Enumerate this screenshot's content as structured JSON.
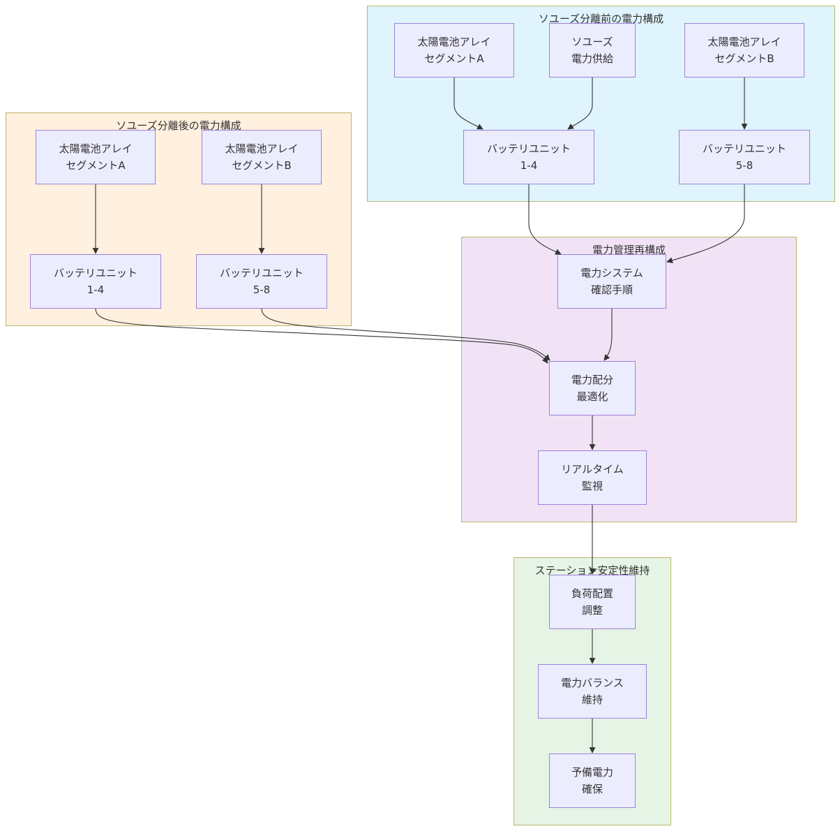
{
  "clusters": {
    "before": {
      "title": "ソユーズ分離前の電力構成"
    },
    "after": {
      "title": "ソユーズ分離後の電力構成"
    },
    "mgmt": {
      "title": "電力管理再構成"
    },
    "stability": {
      "title": "ステーション安定性維持"
    }
  },
  "nodes": {
    "b_solar_a": [
      "太陽電池アレイ",
      "セグメントA"
    ],
    "b_soyuz": [
      "ソユーズ",
      "電力供給"
    ],
    "b_solar_b": [
      "太陽電池アレイ",
      "セグメントB"
    ],
    "b_batt_14": [
      "バッテリユニット",
      "1-4"
    ],
    "b_batt_58": [
      "バッテリユニット",
      "5-8"
    ],
    "a_solar_a": [
      "太陽電池アレイ",
      "セグメントA"
    ],
    "a_solar_b": [
      "太陽電池アレイ",
      "セグメントB"
    ],
    "a_batt_14": [
      "バッテリユニット",
      "1-4"
    ],
    "a_batt_58": [
      "バッテリユニット",
      "5-8"
    ],
    "m_check": [
      "電力システム",
      "確認手順"
    ],
    "m_optimize": [
      "電力配分",
      "最適化"
    ],
    "m_monitor": [
      "リアルタイム",
      "監視"
    ],
    "s_load": [
      "負荷配置",
      "調整"
    ],
    "s_balance": [
      "電力バランス",
      "維持"
    ],
    "s_reserve": [
      "予備電力",
      "確保"
    ]
  },
  "edges": [
    {
      "from": "b_solar_a",
      "to": "b_batt_14"
    },
    {
      "from": "b_soyuz",
      "to": "b_batt_14"
    },
    {
      "from": "b_solar_b",
      "to": "b_batt_58"
    },
    {
      "from": "b_batt_14",
      "to": "m_check"
    },
    {
      "from": "b_batt_58",
      "to": "m_check"
    },
    {
      "from": "a_solar_a",
      "to": "a_batt_14"
    },
    {
      "from": "a_solar_b",
      "to": "a_batt_58"
    },
    {
      "from": "a_batt_14",
      "to": "m_optimize"
    },
    {
      "from": "a_batt_58",
      "to": "m_optimize"
    },
    {
      "from": "m_check",
      "to": "m_optimize"
    },
    {
      "from": "m_optimize",
      "to": "m_monitor"
    },
    {
      "from": "m_monitor",
      "to": "s_load"
    },
    {
      "from": "s_load",
      "to": "s_balance"
    },
    {
      "from": "s_balance",
      "to": "s_reserve"
    }
  ],
  "colors": {
    "node_fill": "#ececff",
    "node_border": "#9d82d8",
    "cluster_before": "#dff4fc",
    "cluster_after": "#fff0df",
    "cluster_mgmt": "#f1e3f5",
    "cluster_stability": "#e6f4e6",
    "cluster_border": "#b9b76a",
    "edge": "#333333"
  }
}
